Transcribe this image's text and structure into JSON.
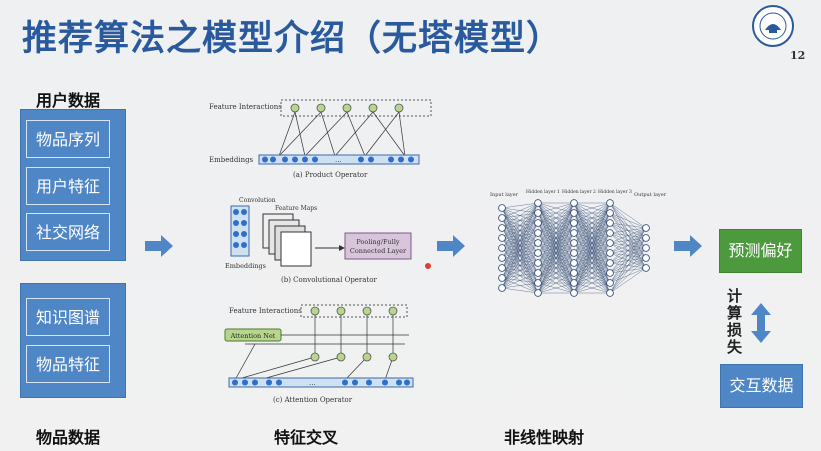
{
  "title": "推荐算法之模型介绍（无塔模型）",
  "page_number": "12",
  "user_data": {
    "caption": "用户数据",
    "items": [
      "物品序列",
      "用户特征",
      "社交网络"
    ]
  },
  "item_data": {
    "caption": "物品数据",
    "items": [
      "知识图谱",
      "物品特征"
    ]
  },
  "feature_cross": {
    "caption": "特征交叉",
    "product": {
      "feature_interactions": "Feature Interactions",
      "embeddings": "Embeddings",
      "sub_caption": "(a) Product Operator"
    },
    "conv": {
      "convolution": "Convolution",
      "feature_maps": "Feature Maps",
      "embeddings": "Embeddings",
      "pooling_line1": "Pooling/Fully",
      "pooling_line2": "Connected Layer",
      "sub_caption": "(b) Convolutional Operator"
    },
    "attention": {
      "feature_interactions": "Feature Interactions",
      "attention_net": "Attention Net",
      "sub_caption": "(c) Attention Operator"
    }
  },
  "nonlinear": {
    "caption": "非线性映射",
    "input_layer": "Input layer",
    "hidden1": "Hidden layer 1",
    "hidden2": "Hidden layer 2",
    "hidden3": "Hidden layer 3",
    "output_layer": "Output layer"
  },
  "right": {
    "predict": "预测偏好",
    "loss": "计算损失",
    "interaction": "交互数据"
  },
  "colors": {
    "title": "#2a5a9e",
    "panel_blue": "#4f86c6",
    "green": "#4c9a3d",
    "arrow_blue": "#4f86c6"
  }
}
